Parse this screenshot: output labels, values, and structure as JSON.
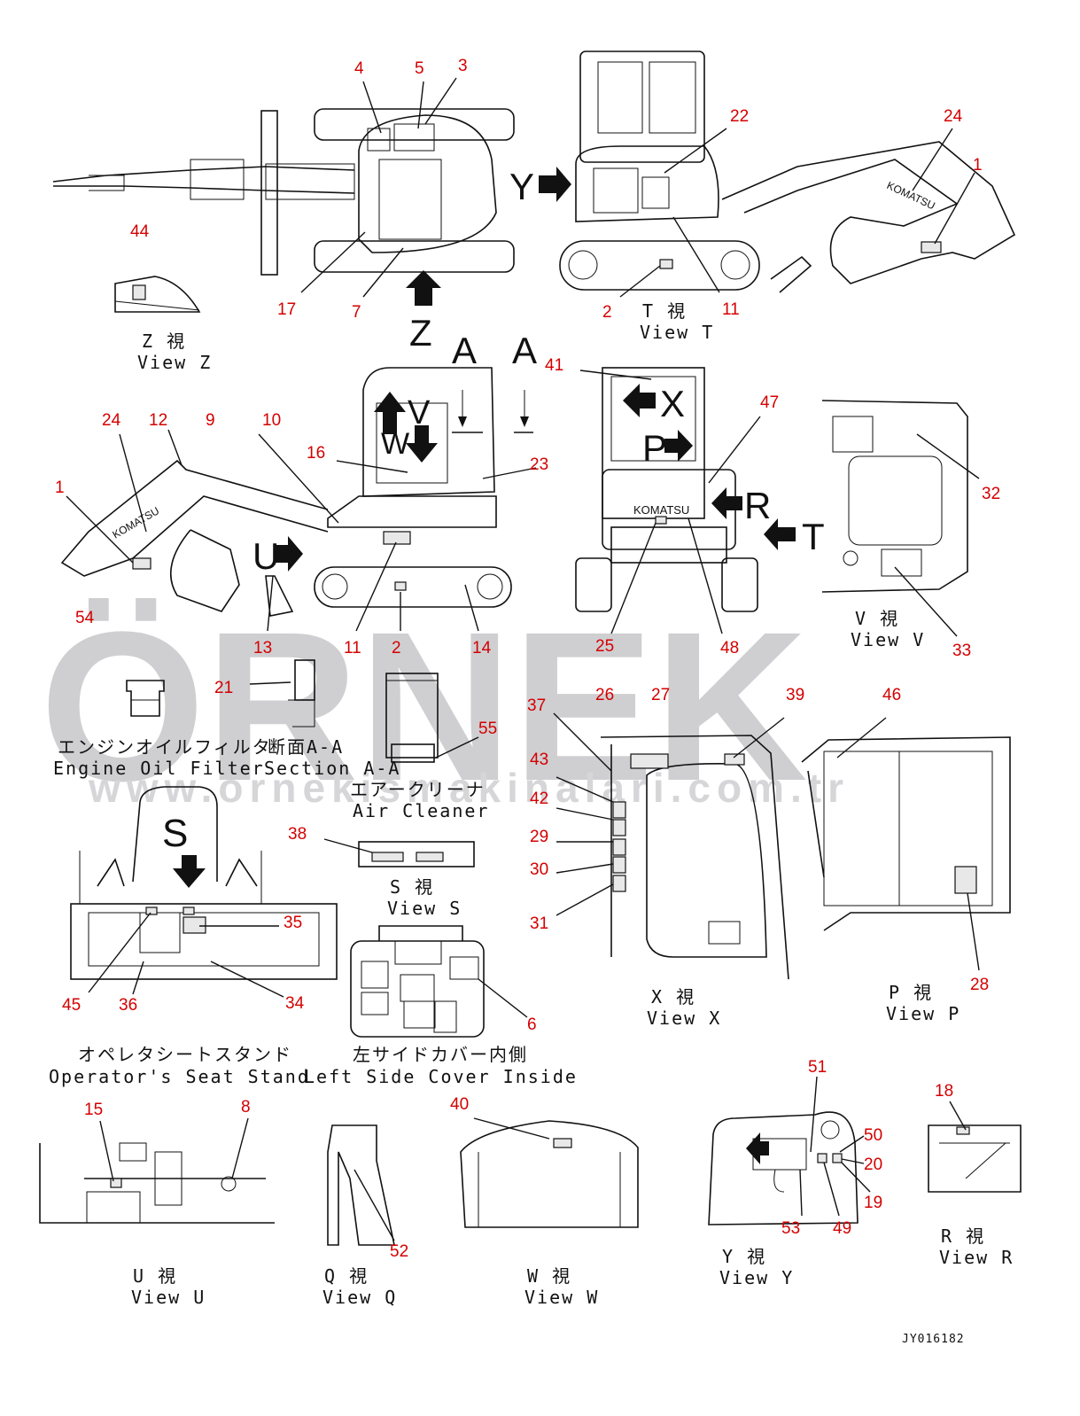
{
  "watermark": {
    "brand": "ÖRNEK",
    "url": "www.ornekismakinalari.com.tr"
  },
  "drawing_code": "JY016182",
  "big_letters": {
    "y_top": "Y",
    "z": "Z",
    "a1": "A",
    "a2": "A",
    "v": "V",
    "w": "W",
    "u": "U",
    "x": "X",
    "p": "P",
    "r": "R",
    "t": "T",
    "s": "S"
  },
  "views": {
    "z_jp": "Z  視",
    "z_en": "View Z",
    "t_jp": "T  視",
    "t_en": "View T",
    "v_jp": "V  視",
    "v_en": "View V",
    "oil_jp": "エンジンオイルフィルタ",
    "oil_en": "Engine Oil Filter",
    "sec_jp": "断面A-A",
    "sec_en": "Section A-A",
    "air_jp": "エアークリーナ",
    "air_en": "Air Cleaner",
    "s_jp": "S  視",
    "s_en": "View S",
    "seat_jp": "オペレタシートスタンド",
    "seat_en": "Operator's Seat Stand",
    "cover_jp": "左サイドカバー内側",
    "cover_en": "Left Side Cover Inside",
    "x_jp": "X  視",
    "x_en": "View X",
    "p_jp": "P  視",
    "p_en": "View P",
    "u_jp": "U  視",
    "u_en": "View U",
    "q_jp": "Q  視",
    "q_en": "View Q",
    "w_jp": "W  視",
    "w_en": "View W",
    "y_jp": "Y  視",
    "y_en": "View Y",
    "r_jp": "R  視",
    "r_en": "View R"
  },
  "brand_decal": "KOMATSU",
  "callouts": {
    "c4": "4",
    "c5": "5",
    "c3": "3",
    "c22": "22",
    "c24a": "24",
    "c1a": "1",
    "c44": "44",
    "c17": "17",
    "c7": "7",
    "c2a": "2",
    "c11a": "11",
    "c41": "41",
    "c47": "47",
    "c24b": "24",
    "c12": "12",
    "c9": "9",
    "c10": "10",
    "c16": "16",
    "c23": "23",
    "c1b": "1",
    "c32": "32",
    "c33": "33",
    "c54": "54",
    "c13": "13",
    "c11b": "11",
    "c2b": "2",
    "c14": "14",
    "c25": "25",
    "c48": "48",
    "c21": "21",
    "c55": "55",
    "c26": "26",
    "c27": "27",
    "c39": "39",
    "c46": "46",
    "c37": "37",
    "c43": "43",
    "c42": "42",
    "c29": "29",
    "c30": "30",
    "c31": "31",
    "c38": "38",
    "c35": "35",
    "c45": "45",
    "c36": "36",
    "c34": "34",
    "c6": "6",
    "c28": "28",
    "c15": "15",
    "c8": "8",
    "c40": "40",
    "c51": "51",
    "c50": "50",
    "c20": "20",
    "c19": "19",
    "c53": "53",
    "c49": "49",
    "c18": "18",
    "c52": "52"
  }
}
